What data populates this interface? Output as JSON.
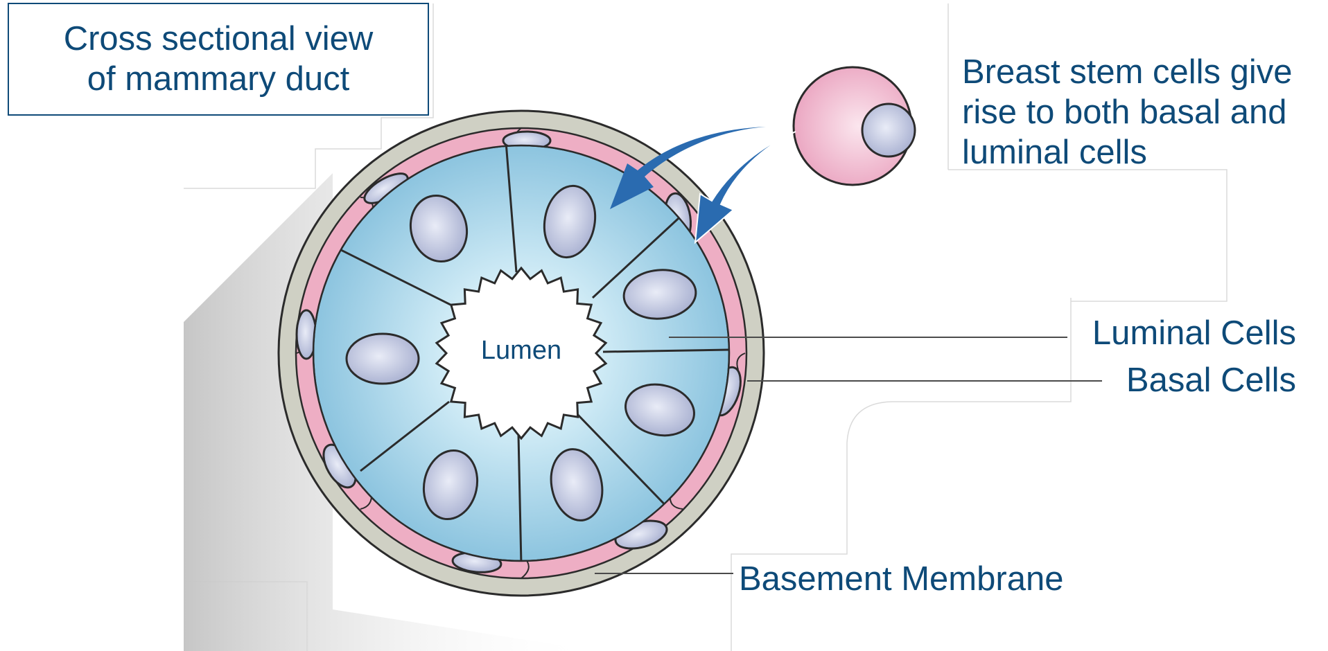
{
  "title": {
    "line1": "Cross sectional view",
    "line2": "of mammary duct"
  },
  "stem_cell_caption": {
    "line1": "Breast stem cells give",
    "line2": "rise to both basal and",
    "line3": "luminal cells"
  },
  "labels": {
    "lumen": "Lumen",
    "luminal_cells": "Luminal Cells",
    "basal_cells": "Basal Cells",
    "basement_membrane": "Basement Membrane"
  },
  "colors": {
    "text": "#0e4a78",
    "luminal_cell": "#9fd0e6",
    "nucleus": "#b4bcd8",
    "basal_cell": "#eeaec4",
    "basement_membrane": "#cfd0c4",
    "arrow": "#2a6bb0"
  }
}
